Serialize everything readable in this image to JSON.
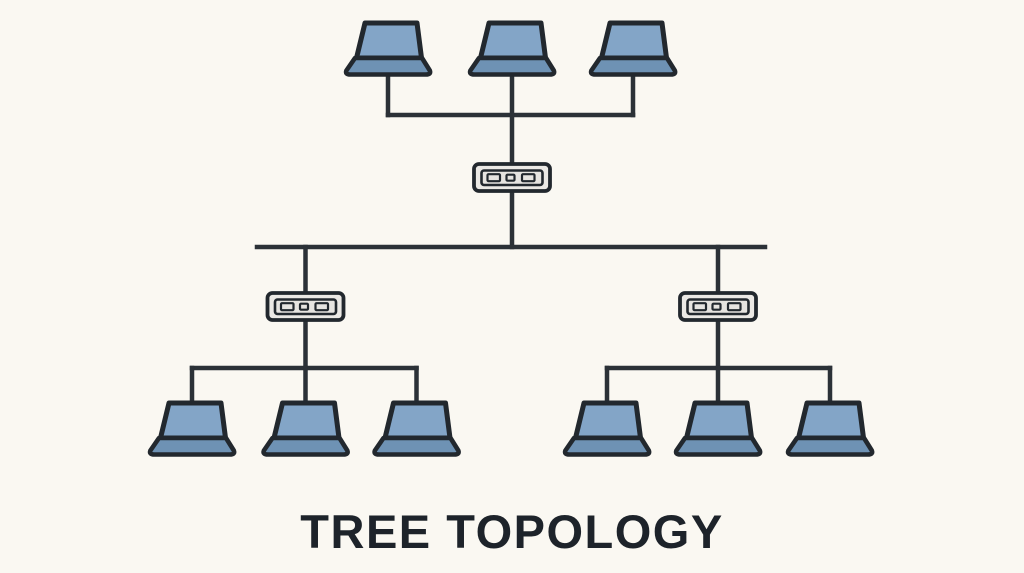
{
  "title": "TREE TOPOLOGY",
  "colors": {
    "background": "#faf8f2",
    "line": "#2b3137",
    "outline": "#22282e",
    "screen_fill": "#83a5c7",
    "base_fill": "#6e92b4",
    "hub_fill": "#ebe9e5",
    "hub_inner_fill": "#e6e4e0",
    "title_color": "#1d232a"
  },
  "diagram": {
    "type": "tree-topology-network",
    "root_hub": {
      "kind": "hub",
      "children_computers": 3
    },
    "sub_hubs": [
      {
        "kind": "hub",
        "children_computers": 3
      },
      {
        "kind": "hub",
        "children_computers": 3
      }
    ],
    "computer_count": 9,
    "hub_count": 3
  }
}
